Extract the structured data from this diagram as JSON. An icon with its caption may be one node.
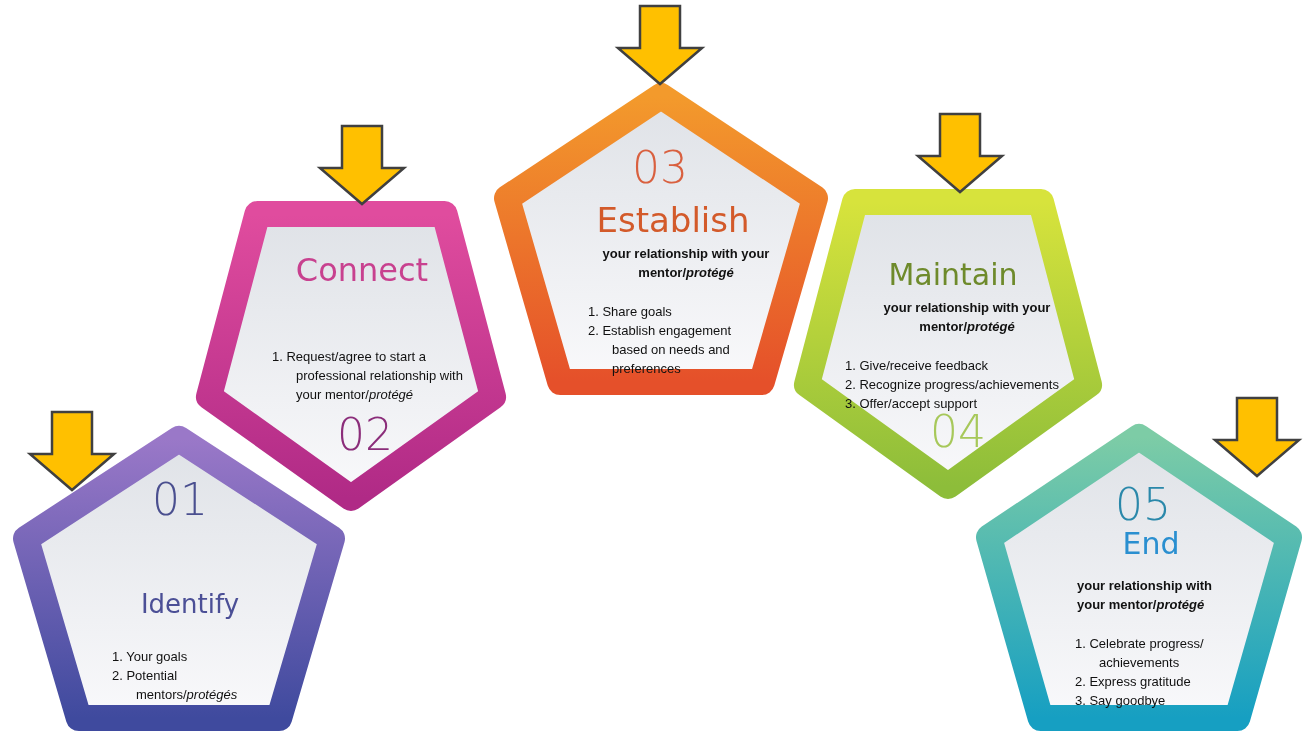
{
  "diagram": {
    "nodes": [
      {
        "text": [
          "01",
          "Identify",
          "1. Your goals",
          "2. Potential mentors/*protégés*"
        ]
      },
      {
        "text": [
          "Connect",
          "1. Request/agree to start a professional relationship with your mentor/*protégé*",
          "02"
        ]
      },
      {
        "text": [
          "03",
          "Establish",
          "your relationship with your mentor/*protégé*",
          "1. Share goals",
          "2. Establish engagement based on needs and preferences"
        ]
      },
      {
        "text": [
          "Maintain",
          "your relationship with your mentor/*protégé*",
          "1. Give/receive feedback",
          "2. Recognize progress/achievements",
          "3. Offer/accept support",
          "04"
        ]
      },
      {
        "text": [
          "05",
          "End",
          "your relationship with your mentor/*protégé*",
          "1. Celebrate progress/ achievements",
          "2. Express gratitude",
          "3. Say goodbye"
        ]
      }
    ],
    "edges": [
      {
        "from": null,
        "to": 0,
        "arrow": "to"
      },
      {
        "from": null,
        "to": 1,
        "arrow": "to"
      },
      {
        "from": null,
        "to": 2,
        "arrow": "to"
      },
      {
        "from": null,
        "to": 3,
        "arrow": "to"
      },
      {
        "from": null,
        "to": 4,
        "arrow": "to"
      }
    ]
  }
}
